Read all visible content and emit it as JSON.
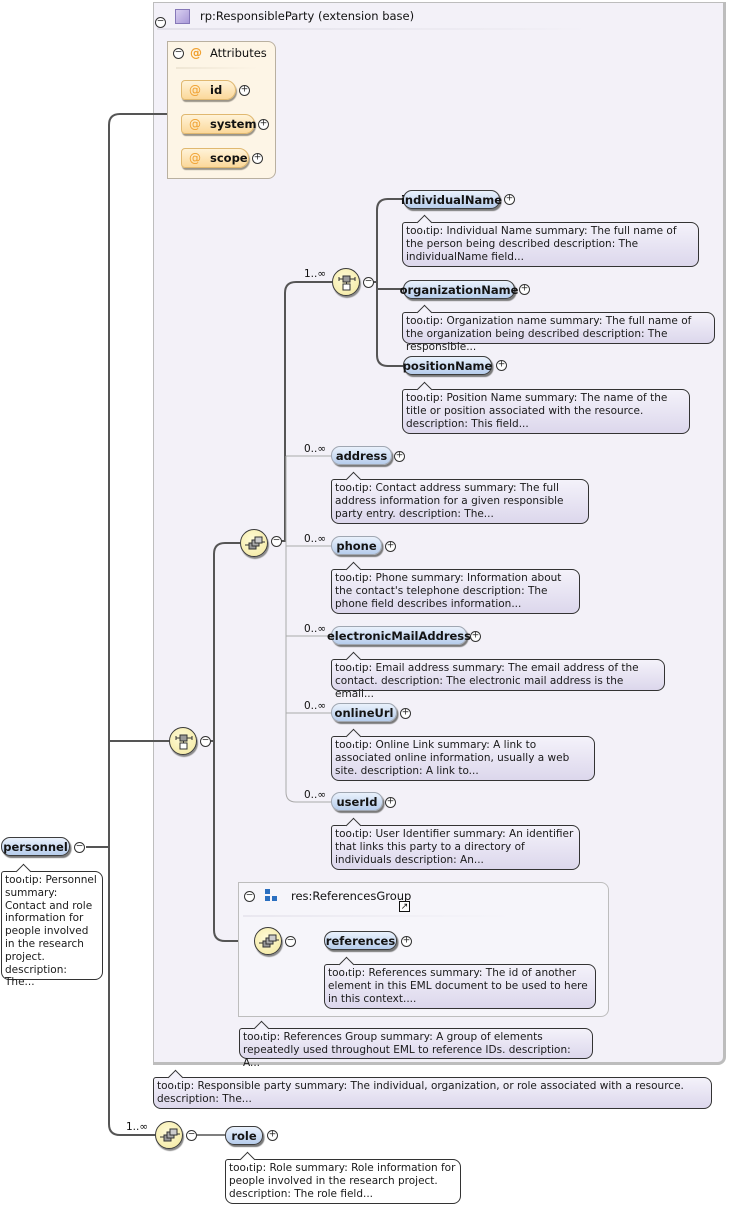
{
  "root": {
    "name": "personnel",
    "tooltip": "tooltip: Personnel summary: Contact and role information for people involved in the research project. description: The..."
  },
  "extension": {
    "title": "rp:ResponsibleParty (extension base)",
    "tooltip": "tooltip: Responsible party summary: The individual, organization, or role associated with a resource. description: The..."
  },
  "attributes": {
    "title": "Attributes",
    "symbol": "@",
    "items": [
      {
        "name": "id"
      },
      {
        "name": "system"
      },
      {
        "name": "scope"
      }
    ]
  },
  "choice_group": {
    "cardinality": "1..∞",
    "elements": [
      {
        "name": "individualName",
        "tooltip": "tooltip: Individual Name summary: The full name of the person being described description: The individualName field..."
      },
      {
        "name": "organizationName",
        "tooltip": "tooltip: Organization name summary: The full name of the organization being described description: The responsible..."
      },
      {
        "name": "positionName",
        "tooltip": "tooltip: Position Name summary: The name of the title or position associated with the resource. description: This field..."
      }
    ]
  },
  "optional_elements": [
    {
      "name": "address",
      "cardinality": "0..∞",
      "tooltip": "tooltip: Contact address summary: The full address information for a given responsible party entry. description: The..."
    },
    {
      "name": "phone",
      "cardinality": "0..∞",
      "tooltip": "tooltip: Phone summary: Information about the contact's telephone description: The phone field describes information..."
    },
    {
      "name": "electronicMailAddress",
      "cardinality": "0..∞",
      "tooltip": "tooltip: Email address summary: The email address of the contact. description: The electronic mail address is the email..."
    },
    {
      "name": "onlineUrl",
      "cardinality": "0..∞",
      "tooltip": "tooltip: Online Link summary: A link to associated online information, usually a web site. description: A link to..."
    },
    {
      "name": "userId",
      "cardinality": "0..∞",
      "tooltip": "tooltip: User Identifier summary: An identifier that links this party to a directory of individuals description: An..."
    }
  ],
  "references_group": {
    "title": "res:ReferencesGroup",
    "tooltip": "tooltip: References Group summary: A group of elements repeatedly used throughout EML to reference IDs. description: A...",
    "element": {
      "name": "references",
      "tooltip": "tooltip: References summary: The id of another element in this EML document to be used to here in this context...."
    }
  },
  "role": {
    "cardinality": "1..∞",
    "name": "role",
    "tooltip": "tooltip: Role summary: Role information for people involved in the research project. description: The role field..."
  },
  "controls": {
    "collapse": "−",
    "expand": "+",
    "link": "↗"
  },
  "colors": {
    "element_fill": "#b6cdec",
    "compositor_fill": "#f2e79c",
    "attribute_fill": "#fbd89a",
    "extension_bg": "#f3f1f8",
    "group_icon": "#2a6fc0"
  }
}
